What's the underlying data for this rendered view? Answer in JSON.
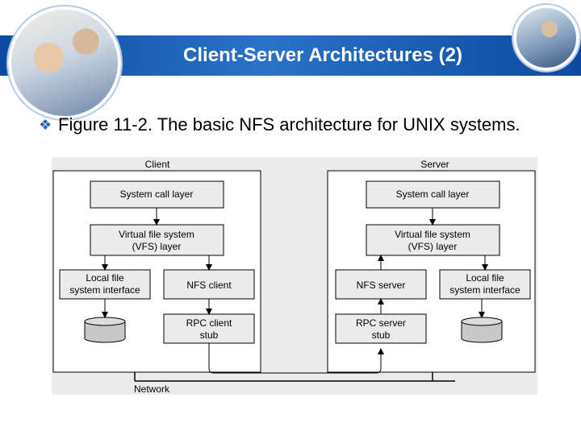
{
  "slide": {
    "title": "Client-Server Architectures (2)",
    "bullet_text": "Figure 11-2. The basic NFS architecture for UNIX systems.",
    "title_bar_color": "#0b4aa0",
    "bullet_color": "#2c63b8"
  },
  "diagram": {
    "client_label": "Client",
    "server_label": "Server",
    "network_label": "Network",
    "client": {
      "system_call": "System call layer",
      "vfs_line1": "Virtual file system",
      "vfs_line2": "(VFS) layer",
      "local_fs_line1": "Local file",
      "local_fs_line2": "system interface",
      "nfs": "NFS client",
      "rpc_line1": "RPC client",
      "rpc_line2": "stub"
    },
    "server": {
      "system_call": "System call layer",
      "vfs_line1": "Virtual file system",
      "vfs_line2": "(VFS) layer",
      "nfs": "NFS server",
      "local_fs_line1": "Local file",
      "local_fs_line2": "system interface",
      "rpc_line1": "RPC server",
      "rpc_line2": "stub"
    }
  }
}
